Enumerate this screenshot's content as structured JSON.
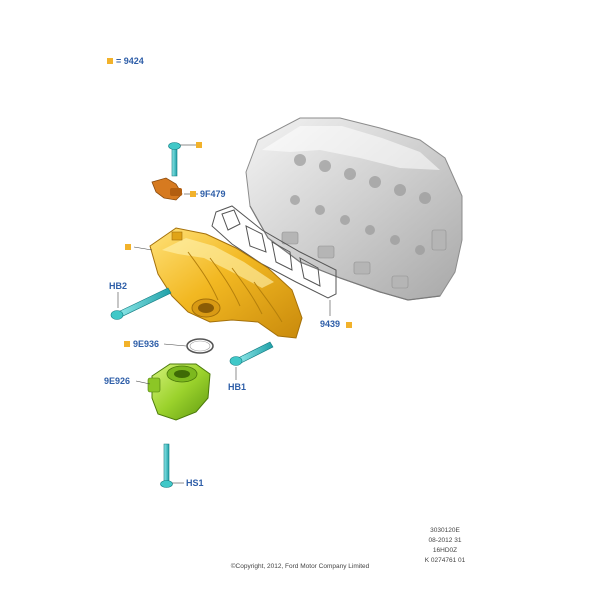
{
  "legend": {
    "text": "= 9424",
    "marker_color": "#f2b22b"
  },
  "callouts": {
    "9F479": "9F479",
    "HB2": "HB2",
    "9439": "9439",
    "9E936": "9E936",
    "9E926": "9E926",
    "HB1": "HB1",
    "HS1": "HS1"
  },
  "reference": {
    "code": "3030120E",
    "date": "08-2012 31",
    "engine": "16HD0Z",
    "part": "K 0274761 01"
  },
  "copyright": "©Copyright, 2012, Ford Motor Company Limited",
  "colors": {
    "manifold": "#f2b822",
    "throttle_body": "#9bd22c",
    "bolts": "#40c8c8",
    "sensor": "#d67a20",
    "cylinder_head": "#d6d6d6",
    "callout_text": "#2e5ea8"
  }
}
